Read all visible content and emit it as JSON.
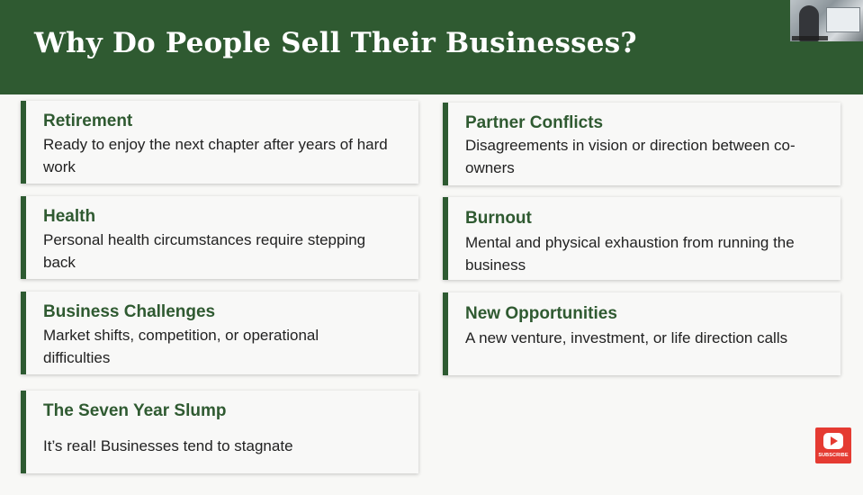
{
  "slide": {
    "title": "Why Do People Sell Their Businesses?"
  },
  "cards": [
    {
      "title": "Retirement",
      "description": "Ready to enjoy the next chapter after years of hard work"
    },
    {
      "title": "Partner Conflicts",
      "description": "Disagreements in vision or direction between co-owners"
    },
    {
      "title": "Health",
      "description": "Personal health circumstances require stepping back"
    },
    {
      "title": "Burnout",
      "description": "Mental and physical exhaustion from running the business"
    },
    {
      "title": "Business Challenges",
      "description": "Market shifts, competition, or operational difficulties"
    },
    {
      "title": "New Opportunities",
      "description": "A new venture, investment, or life direction calls"
    },
    {
      "title": "The Seven Year Slump",
      "description": "It’s real! Businesses tend to stagnate"
    }
  ],
  "subscribe": {
    "label": "SUBSCRIBE",
    "icon": "youtube-play-icon"
  },
  "webcam": {
    "icon": "webcam-thumbnail"
  },
  "colors": {
    "header": "#2f5a31",
    "accent": "#2d5a31",
    "subscribe": "#e53b32"
  }
}
